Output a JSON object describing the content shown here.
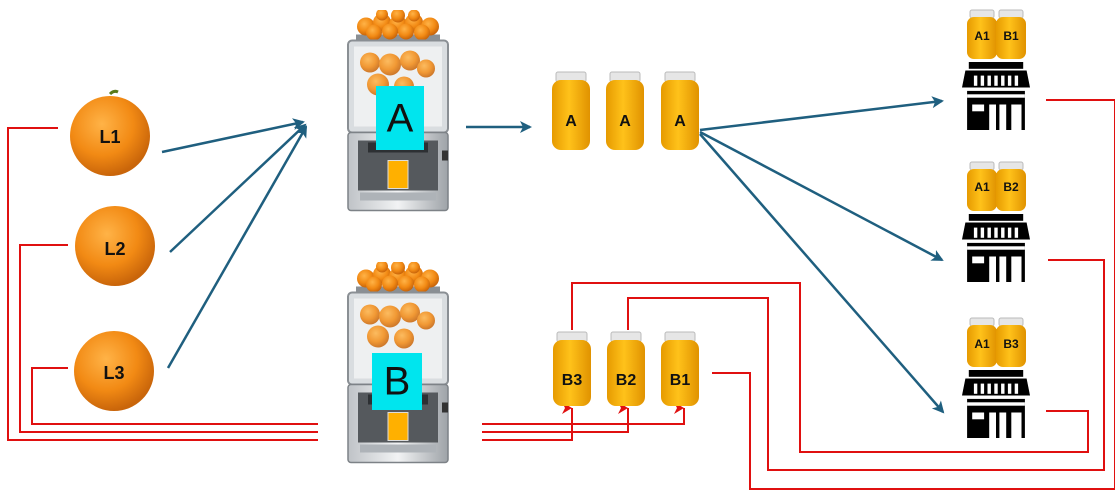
{
  "oranges": [
    {
      "id": "L1",
      "label": "L1"
    },
    {
      "id": "L2",
      "label": "L2"
    },
    {
      "id": "L3",
      "label": "L3"
    }
  ],
  "juicers": [
    {
      "id": "A",
      "label": "A"
    },
    {
      "id": "B",
      "label": "B"
    }
  ],
  "bottles_a": [
    {
      "label": "A"
    },
    {
      "label": "A"
    },
    {
      "label": "A"
    }
  ],
  "bottles_b": [
    {
      "label": "B3"
    },
    {
      "label": "B2"
    },
    {
      "label": "B1"
    }
  ],
  "shops": [
    {
      "id": "shop1",
      "bottles": [
        "A1",
        "B1"
      ]
    },
    {
      "id": "shop2",
      "bottles": [
        "A1",
        "B2"
      ]
    },
    {
      "id": "shop3",
      "bottles": [
        "A1",
        "B3"
      ]
    }
  ],
  "colors": {
    "flow_arrow": "#1f5f7f",
    "trace_line": "#e01010",
    "juicer_label_bg": "#00e5ee",
    "juice": "#f7b500",
    "juice_dark": "#e69a00",
    "orange": "#f28a14",
    "shop": "#000000"
  }
}
